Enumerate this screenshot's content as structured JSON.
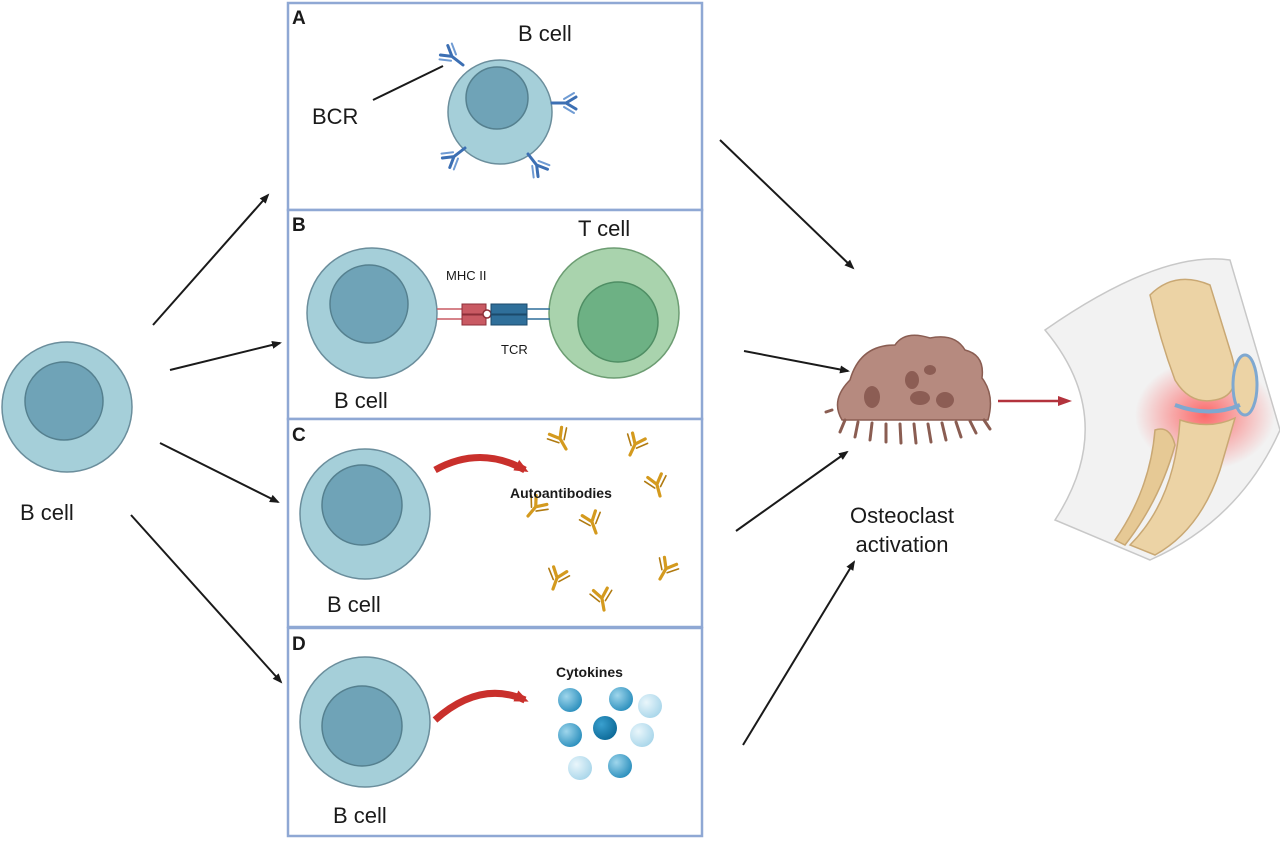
{
  "left_cell": {
    "label": "B cell"
  },
  "panels": [
    {
      "letter": "A",
      "b_cell_label": "B cell",
      "bcr_label": "BCR"
    },
    {
      "letter": "B",
      "t_cell_label": "T cell",
      "mhc_label": "MHC II",
      "tcr_label": "TCR",
      "b_cell_label": "B cell"
    },
    {
      "letter": "C",
      "product_label": "Autoantibodies",
      "b_cell_label": "B cell"
    },
    {
      "letter": "D",
      "product_label": "Cytokines",
      "b_cell_label": "B cell"
    }
  ],
  "osteoclast": {
    "label_line1": "Osteoclast",
    "label_line2": "activation"
  },
  "colors": {
    "panel_border": "#8fa8d4",
    "cell_outer": "#a5cfd9",
    "cell_inner": "#6fa3b7",
    "t_cell_outer": "#a9d3ad",
    "t_cell_inner": "#6db184",
    "antibody_blue": "#3c6fb3",
    "antibody_gold": "#d49a1e",
    "mhc_red": "#c95a63",
    "tcr_blue": "#2f6f9a",
    "curved_arrow": "#c9302c",
    "osteoclast": "#b68a7f",
    "joint_arrow": "#b3333d"
  }
}
